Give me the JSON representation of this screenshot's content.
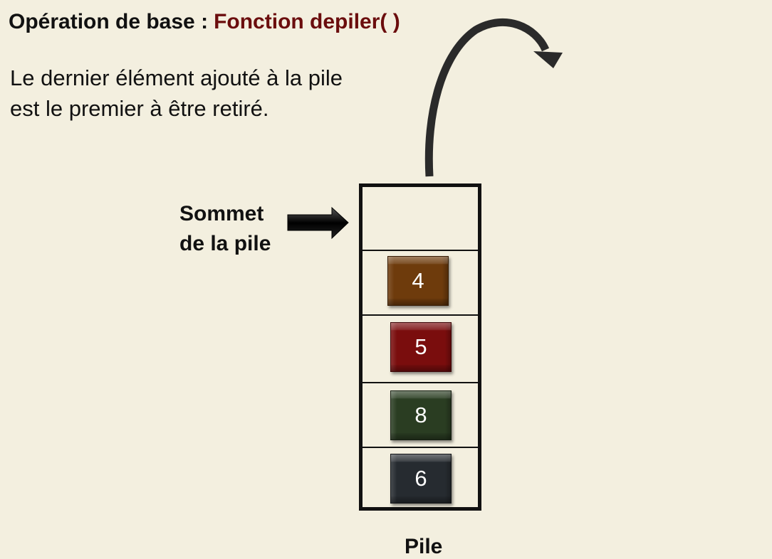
{
  "header": {
    "label": "Opération de base :",
    "function_name": "Fonction depiler( )"
  },
  "description": {
    "line1": "Le dernier élément ajouté à la pile",
    "line2": "est le premier à être retiré."
  },
  "top_pointer": {
    "line1": "Sommet",
    "line2": "de la pile"
  },
  "stack": {
    "label": "Pile",
    "items": [
      {
        "value": "4",
        "color": "#6e3b0c"
      },
      {
        "value": "5",
        "color": "#7a0d0d"
      },
      {
        "value": "8",
        "color": "#2a3d22"
      },
      {
        "value": "6",
        "color": "#262b30"
      }
    ]
  }
}
